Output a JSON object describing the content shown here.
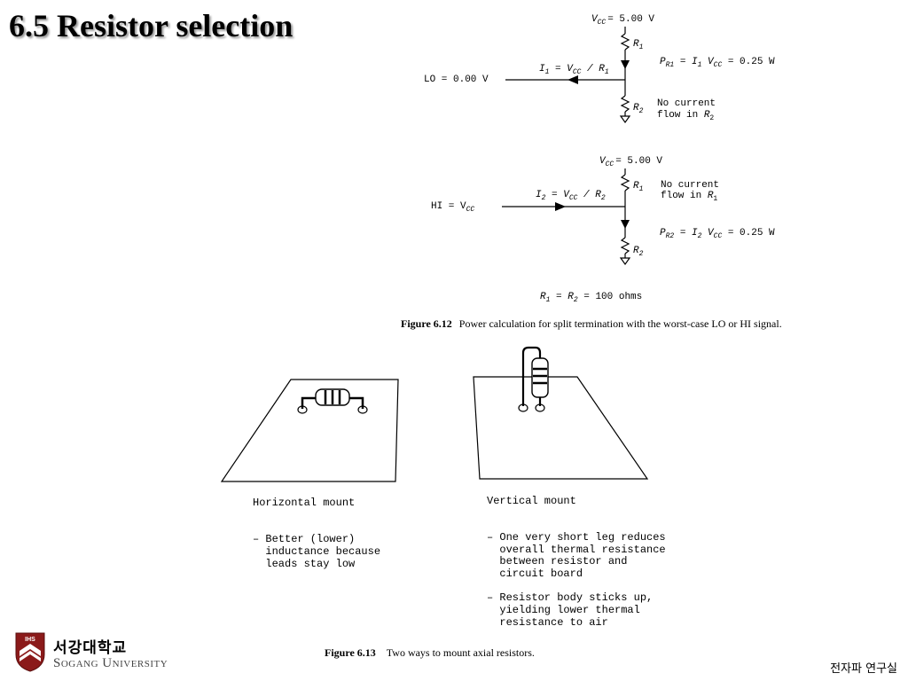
{
  "title": "6.5 Resistor selection",
  "fig12": {
    "top": {
      "vcc": "V",
      "vcc_sub": "CC",
      "vcc_value": "= 5.00 V",
      "r1": "R",
      "r1_sub": "1",
      "lo_label": "LO = 0.00 V",
      "i1_a": "I",
      "i1_b": "1",
      "i1_c": " = V",
      "i1_d": "CC",
      "i1_e": " / R",
      "i1_f": "1",
      "pr1_a": "P",
      "pr1_b": "R1",
      "pr1_c": " = I",
      "pr1_d": "1",
      "pr1_e": " V",
      "pr1_f": "CC",
      "pr1_g": " = 0.25 W",
      "r2": "R",
      "r2_sub": "2",
      "nocur1": "No current",
      "nocur2a": "flow in ",
      "nocur2b": "R",
      "nocur2c": "2"
    },
    "bottom": {
      "vcc": "V",
      "vcc_sub": "CC",
      "vcc_value": "= 5.00 V",
      "r1": "R",
      "r1_sub": "1",
      "nocur1": "No current",
      "nocur2a": "flow in ",
      "nocur2b": "R",
      "nocur2c": "1",
      "hi_a": "HI = V",
      "hi_b": "CC",
      "i2_a": "I",
      "i2_b": "2",
      "i2_c": " = V",
      "i2_d": "CC",
      "i2_e": " / R",
      "i2_f": "2",
      "pr2_a": "P",
      "pr2_b": "R2",
      "pr2_c": " = I",
      "pr2_d": "2",
      "pr2_e": " V",
      "pr2_f": "CC",
      "pr2_g": " = 0.25 W",
      "r2": "R",
      "r2_sub": "2"
    },
    "equation_a": "R",
    "equation_b": "1",
    "equation_c": " = R",
    "equation_d": "2",
    "equation_e": " = 100 ohms",
    "caption_label": "Figure 6.12",
    "caption_text": "Power calculation for split termination with the worst-case LO or HI signal."
  },
  "fig13": {
    "horizontal": {
      "heading": "Horizontal mount",
      "lines": [
        "– Better (lower)",
        "  inductance because",
        "  leads stay low"
      ]
    },
    "vertical": {
      "heading": "Vertical mount",
      "lines": [
        "– One very short leg reduces",
        "  overall thermal resistance",
        "  between resistor and",
        "  circuit board",
        "– Resistor body sticks up,",
        "  yielding lower thermal",
        "  resistance to air"
      ]
    },
    "caption_label": "Figure 6.13",
    "caption_text": "Two ways to mount axial resistors."
  },
  "logo": {
    "badge": "IHS",
    "korean": "서강대학교",
    "english": "Sogang University",
    "color": "#8b1a1a"
  },
  "footer": "전자파 연구실"
}
